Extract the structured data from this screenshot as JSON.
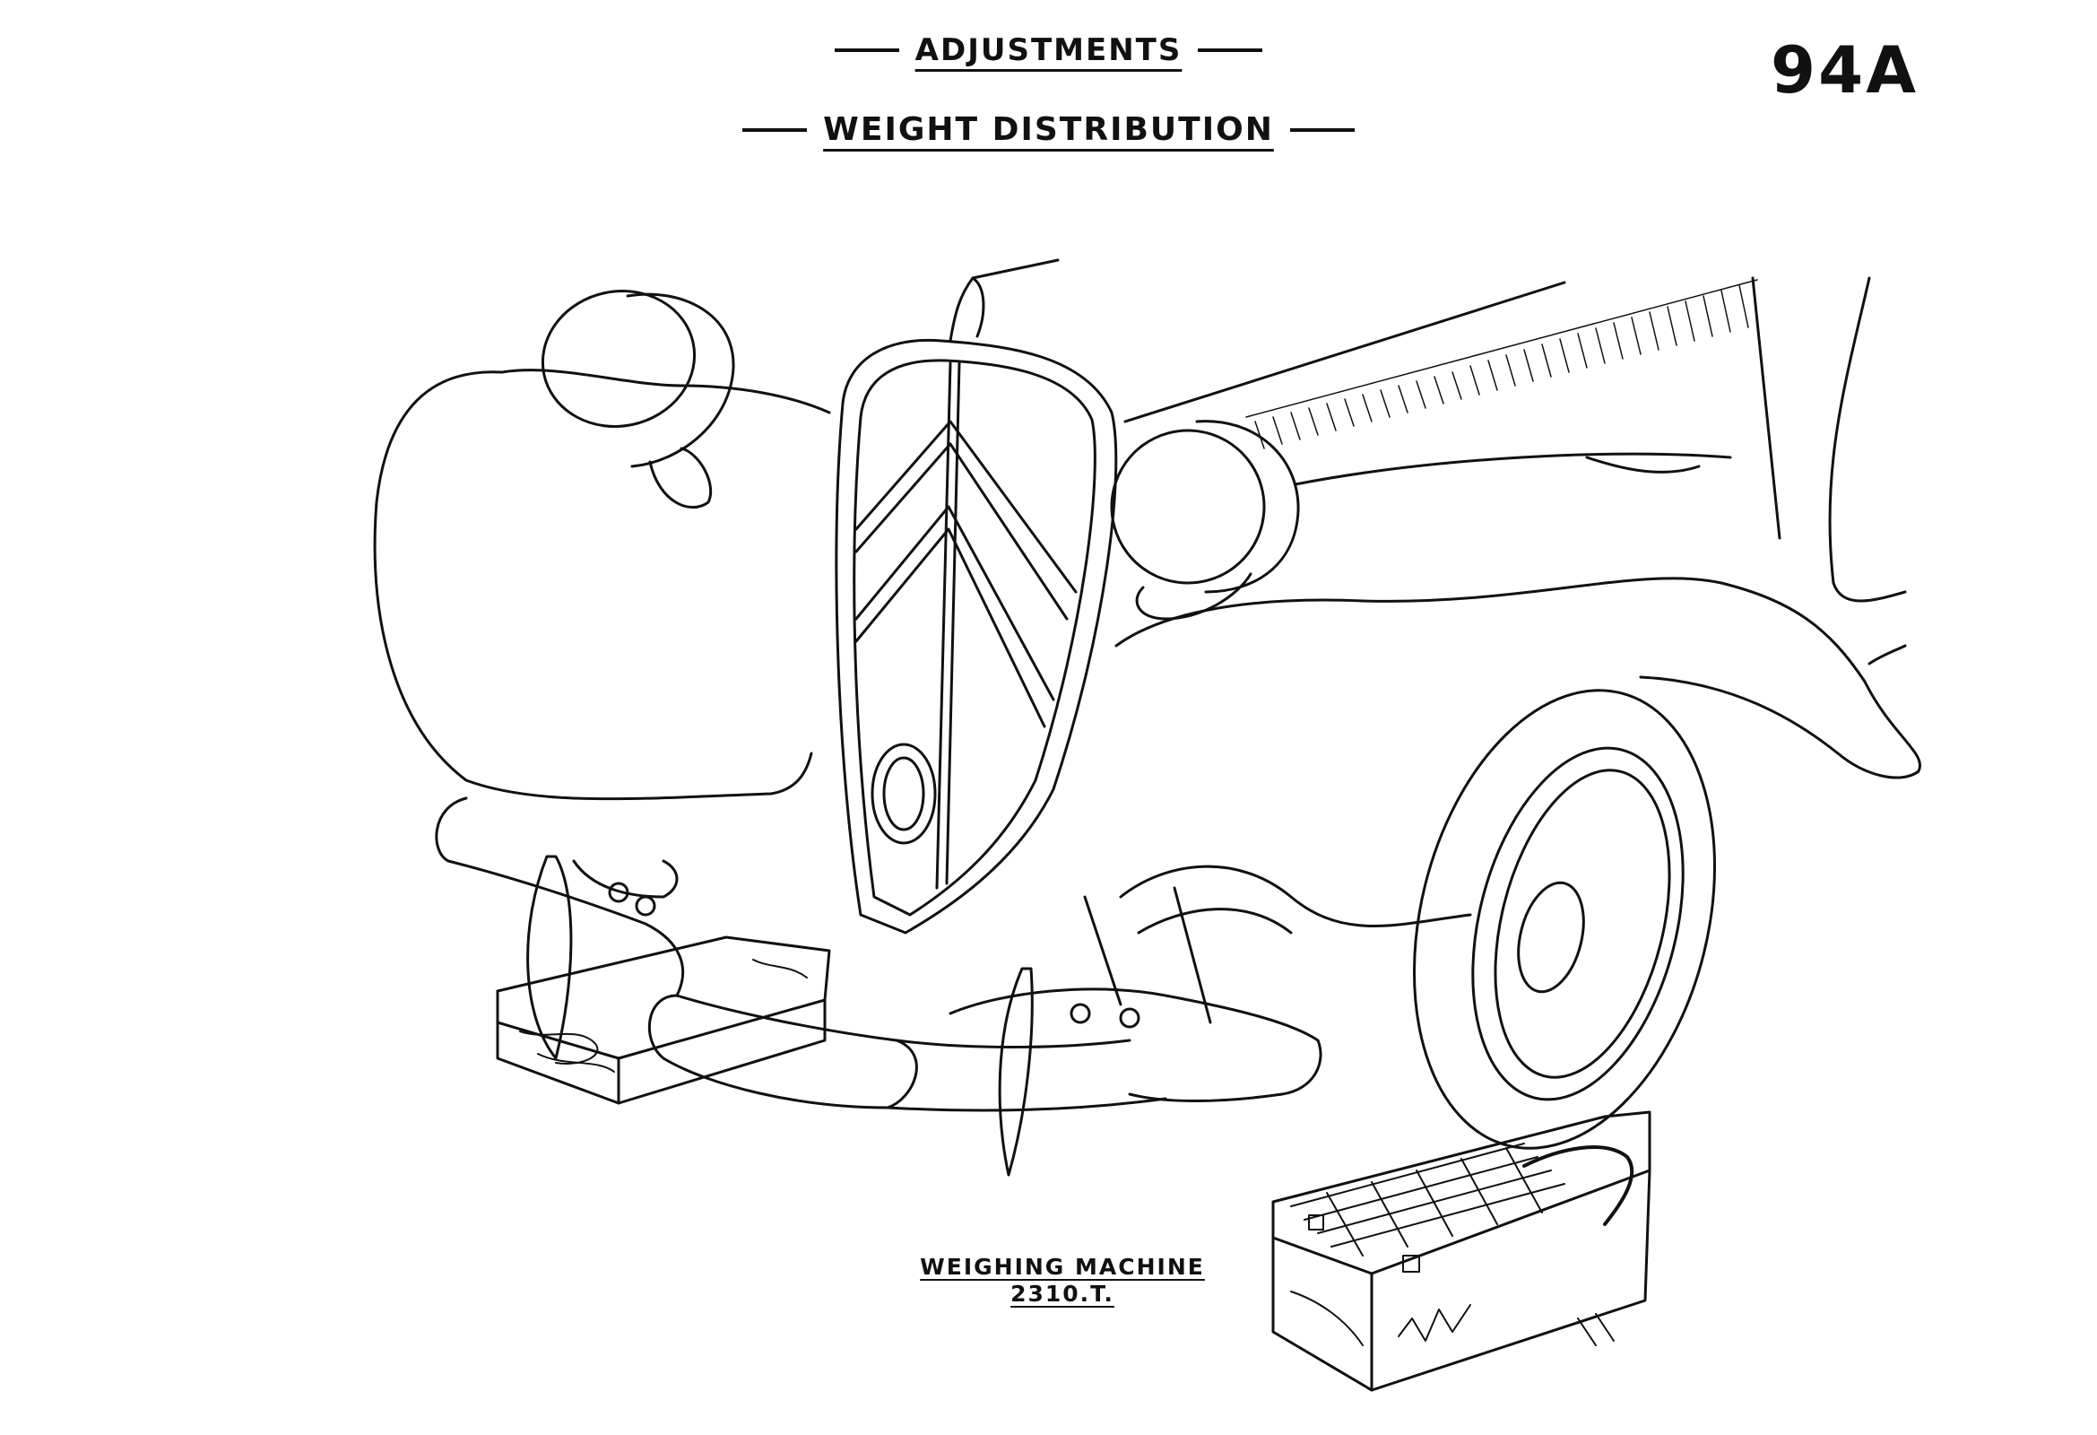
{
  "header": {
    "section": "ADJUSTMENTS",
    "subsection": "WEIGHT DISTRIBUTION",
    "page_number": "94A"
  },
  "caption": {
    "line1": "WEIGHING MACHINE",
    "line2": "2310.T."
  },
  "illustration": {
    "subject": "car-front-on-weighing-machine-icon"
  }
}
